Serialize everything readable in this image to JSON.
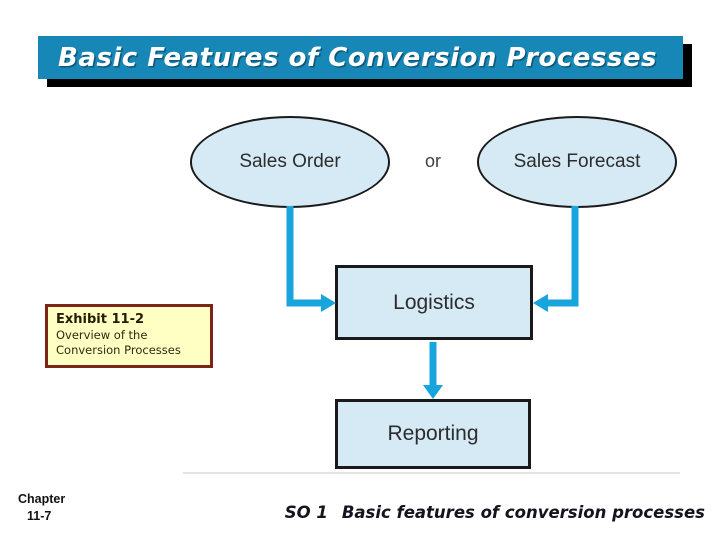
{
  "slide": {
    "title": "Basic Features of Conversion Processes"
  },
  "diagram": {
    "or_label": "or",
    "nodes": [
      {
        "label": "Sales Order",
        "shape": "ellipse"
      },
      {
        "label": "Sales Forecast",
        "shape": "ellipse"
      },
      {
        "label": "Logistics",
        "shape": "rect"
      },
      {
        "label": "Reporting",
        "shape": "rect"
      }
    ],
    "connections": [
      {
        "from": "Sales Order",
        "to": "Logistics"
      },
      {
        "from": "Sales Forecast",
        "to": "Logistics"
      },
      {
        "from": "Logistics",
        "to": "Reporting"
      }
    ]
  },
  "exhibit_note": {
    "title": "Exhibit 11-2",
    "lines": [
      "Overview of the",
      "Conversion Processes"
    ]
  },
  "footer": {
    "chapter_label": "Chapter",
    "chapter_number": "11-7",
    "so_label": "SO 1",
    "so_text": "Basic features of conversion processes"
  },
  "colors": {
    "title_bar": "#1787b8",
    "title_shadow": "#000000",
    "arrow": "#18a4dc",
    "node_fill": "#d5eaf5",
    "node_border": "#1a1a1a",
    "exhibit_fill": "#ffffc4",
    "exhibit_border": "#7c2417"
  }
}
